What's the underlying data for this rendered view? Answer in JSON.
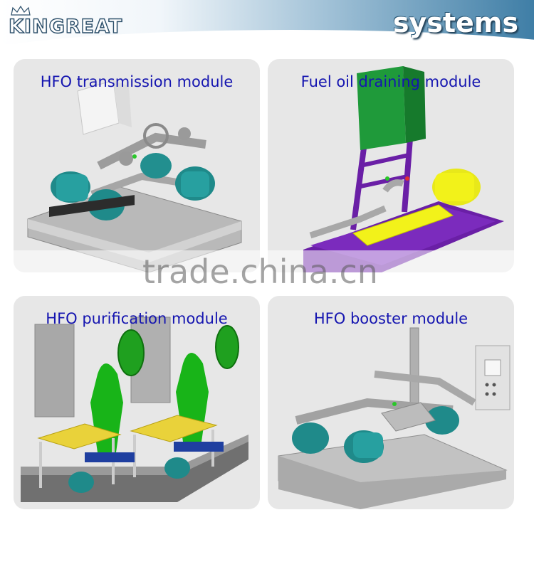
{
  "header": {
    "brand": "KINGREAT",
    "section_title": "systems"
  },
  "modules": [
    {
      "label": "HFO transmission module"
    },
    {
      "label": "Fuel oil draining module"
    },
    {
      "label": "HFO purification module"
    },
    {
      "label": "HFO booster module"
    }
  ],
  "watermark": {
    "text": "trade.china.cn"
  },
  "colors": {
    "label_color": "#1515b0",
    "panel_bg": "#e7e7e7",
    "header_accent": "#3f7ea6",
    "motor_teal": "#1f8a8a",
    "tank_green": "#1f9a3a",
    "frame_purple": "#6a1fa6",
    "pump_yellow": "#f2f21a",
    "separator_green": "#18b418",
    "grating_yellow": "#e9d23a"
  }
}
